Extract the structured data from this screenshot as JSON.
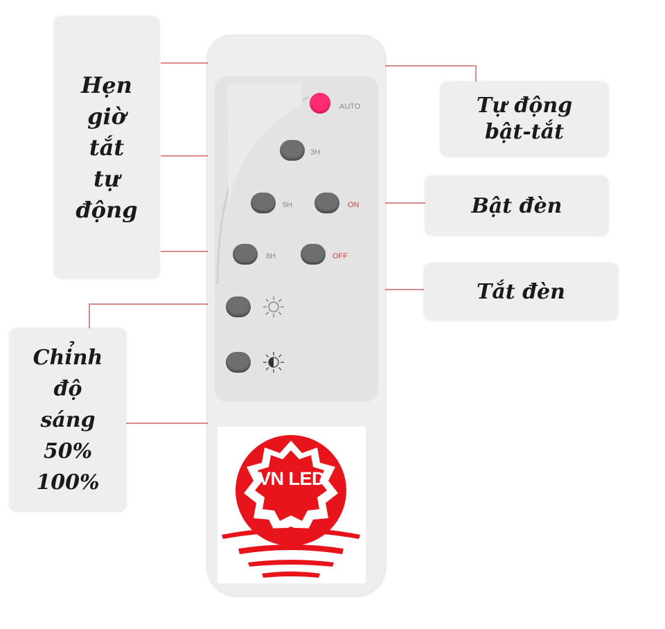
{
  "callouts": {
    "timer": [
      "Hẹn",
      "giờ",
      "tắt",
      "tự",
      "động"
    ],
    "auto": [
      "Tự động",
      "bật-tắt"
    ],
    "on": "Bật đèn",
    "off": "Tắt đèn",
    "brightness": [
      "Chỉnh",
      "độ",
      "sáng",
      "50%",
      "100%"
    ]
  },
  "buttons": {
    "auto": "AUTO",
    "h3": "3H",
    "h5": "5H",
    "on": "ON",
    "h8": "8H",
    "off": "OFF"
  },
  "logo": {
    "text": "VN LED",
    "color": "#e8141c"
  }
}
